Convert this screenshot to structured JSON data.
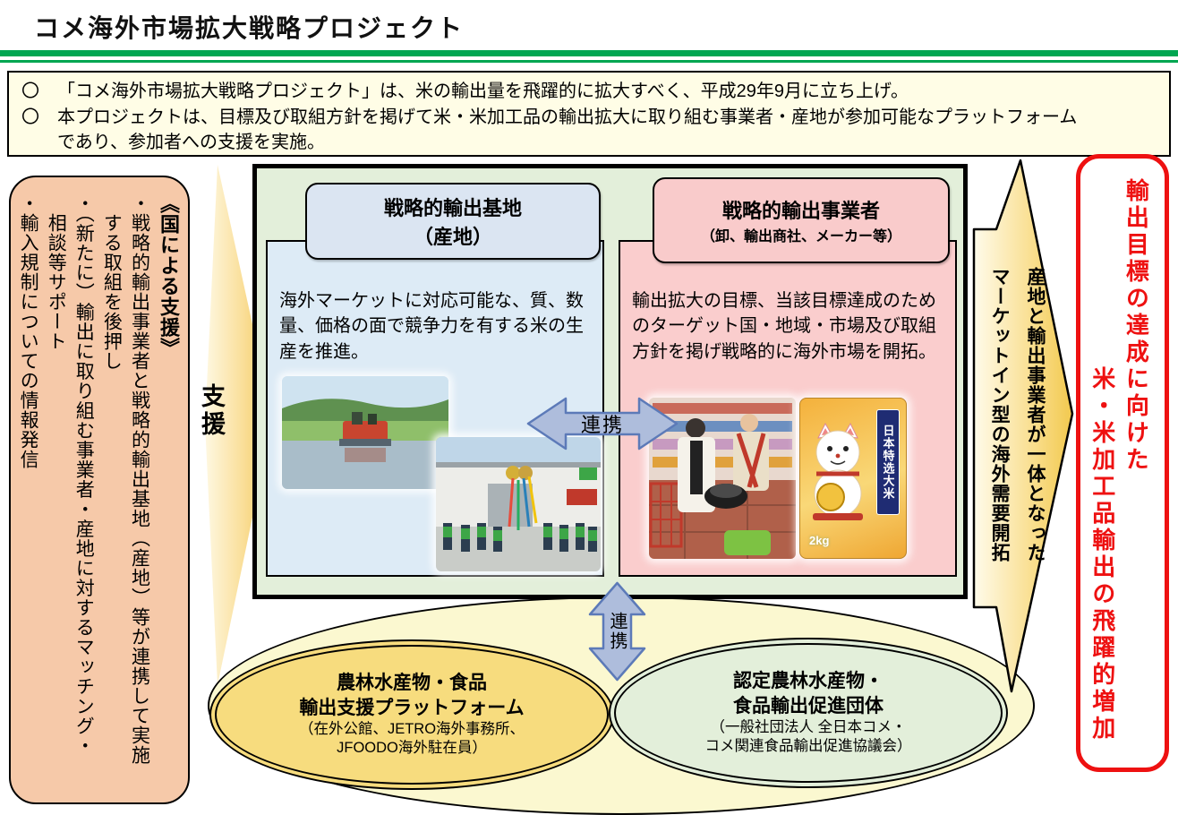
{
  "page": {
    "title": "コメ海外市場拡大戦略プロジェクト"
  },
  "colors": {
    "green_bar": "#00A651",
    "intro_bg": "#FFFDE6",
    "support_bg": "#F6C9A9",
    "center_bg": "#E3EFDA",
    "base_blue": "#DDEBF6",
    "exporter_pink": "#FACDCD",
    "renkei_fill": "#AEBDDC",
    "renkei_stroke": "#5C7AB8",
    "goal_red": "#EE1111",
    "platform_gold": "#F7DC7E",
    "org_green": "#E3EFDA",
    "bottom_zone": "#FBF8D0"
  },
  "intro": {
    "lines": [
      {
        "marker": "〇",
        "text": "「コメ海外市場拡大戦略プロジェクト」は、米の輸出量を飛躍的に拡大すべく、平成29年9月に立ち上げ。"
      },
      {
        "marker": "〇",
        "text": "本プロジェクトは、目標及び取組方針を掲げて米・米加工品の輸出拡大に取り組む事業者・産地が参加可能なプラットフォーム"
      },
      {
        "marker": "",
        "text": "であり、参加者への支援を実施。"
      }
    ]
  },
  "support_box": {
    "heading": "《国による支援》",
    "items": [
      "・戦略的輸出事業者と戦略的輸出基地（産地）等が連携して実施する取組を後押し",
      "・（新たに）輸出に取り組む事業者・産地に対するマッチング・相談等サポート",
      "・輸入規制についての情報発信"
    ]
  },
  "support_arrow": {
    "label": "支援"
  },
  "center": {
    "base": {
      "title": "戦略的輸出基地",
      "subtitle": "（産地）",
      "body": "海外マーケットに対応可能な、質、数量、価格の面で競争力を有する米の生産を推進。"
    },
    "exporter": {
      "title": "戦略的輸出事業者",
      "subtitle": "（卸、輸出商社、メーカー等）",
      "body": "輸出拡大の目標、当該目標達成のためのターゲット国・地域・市場及び取組方針を掲げ戦略的に海外市場を開拓。"
    },
    "link_horizontal": "連携",
    "link_vertical": "連携"
  },
  "rice_package": {
    "label": "日本特选大米",
    "weight": "2kg"
  },
  "market_arrow": {
    "line1": "産地と輸出事業者が一体となった",
    "line2": "マーケットイン型の海外需要開拓"
  },
  "goal": {
    "line1": "輸出目標の達成に向けた",
    "line2": "米・米加工品輸出の飛躍的増加"
  },
  "platform_ellipse": {
    "title1": "農林水産物・食品",
    "title2": "輸出支援プラットフォーム",
    "sub1": "（在外公館、JETRO海外事務所、",
    "sub2": "JFOODO海外駐在員）"
  },
  "org_ellipse": {
    "title1": "認定農林水産物・",
    "title2": "食品輸出促進団体",
    "sub1": "（一般社団法人 全日本コメ・",
    "sub2": "コメ関連食品輸出促進協議会）"
  }
}
